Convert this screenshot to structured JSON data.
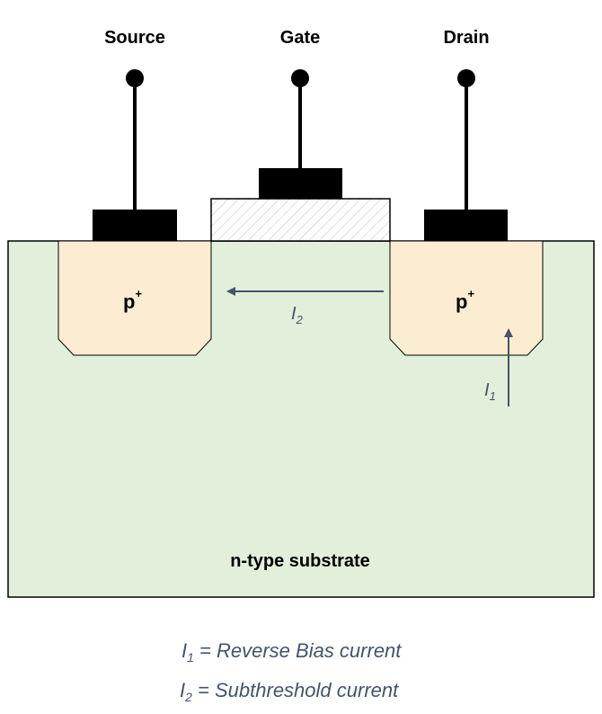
{
  "terminals": {
    "source": "Source",
    "gate": "Gate",
    "drain": "Drain"
  },
  "regions": {
    "source_doping": "p",
    "drain_doping": "p",
    "doping_superscript": "+",
    "substrate": "n-type substrate"
  },
  "currents": {
    "i1": {
      "symbol": "I",
      "subscript": "1"
    },
    "i2": {
      "symbol": "I",
      "subscript": "2"
    }
  },
  "legend": [
    {
      "symbol": "I",
      "subscript": "1",
      "text": " = Reverse Bias current"
    },
    {
      "symbol": "I",
      "subscript": "2",
      "text": " = Subthreshold current"
    }
  ],
  "colors": {
    "substrate_fill": "#e2efda",
    "diffusion_fill": "#fcedd2",
    "contact_fill": "#000000",
    "arrow_color": "#44546a",
    "legend_text_color": "#44546a"
  }
}
